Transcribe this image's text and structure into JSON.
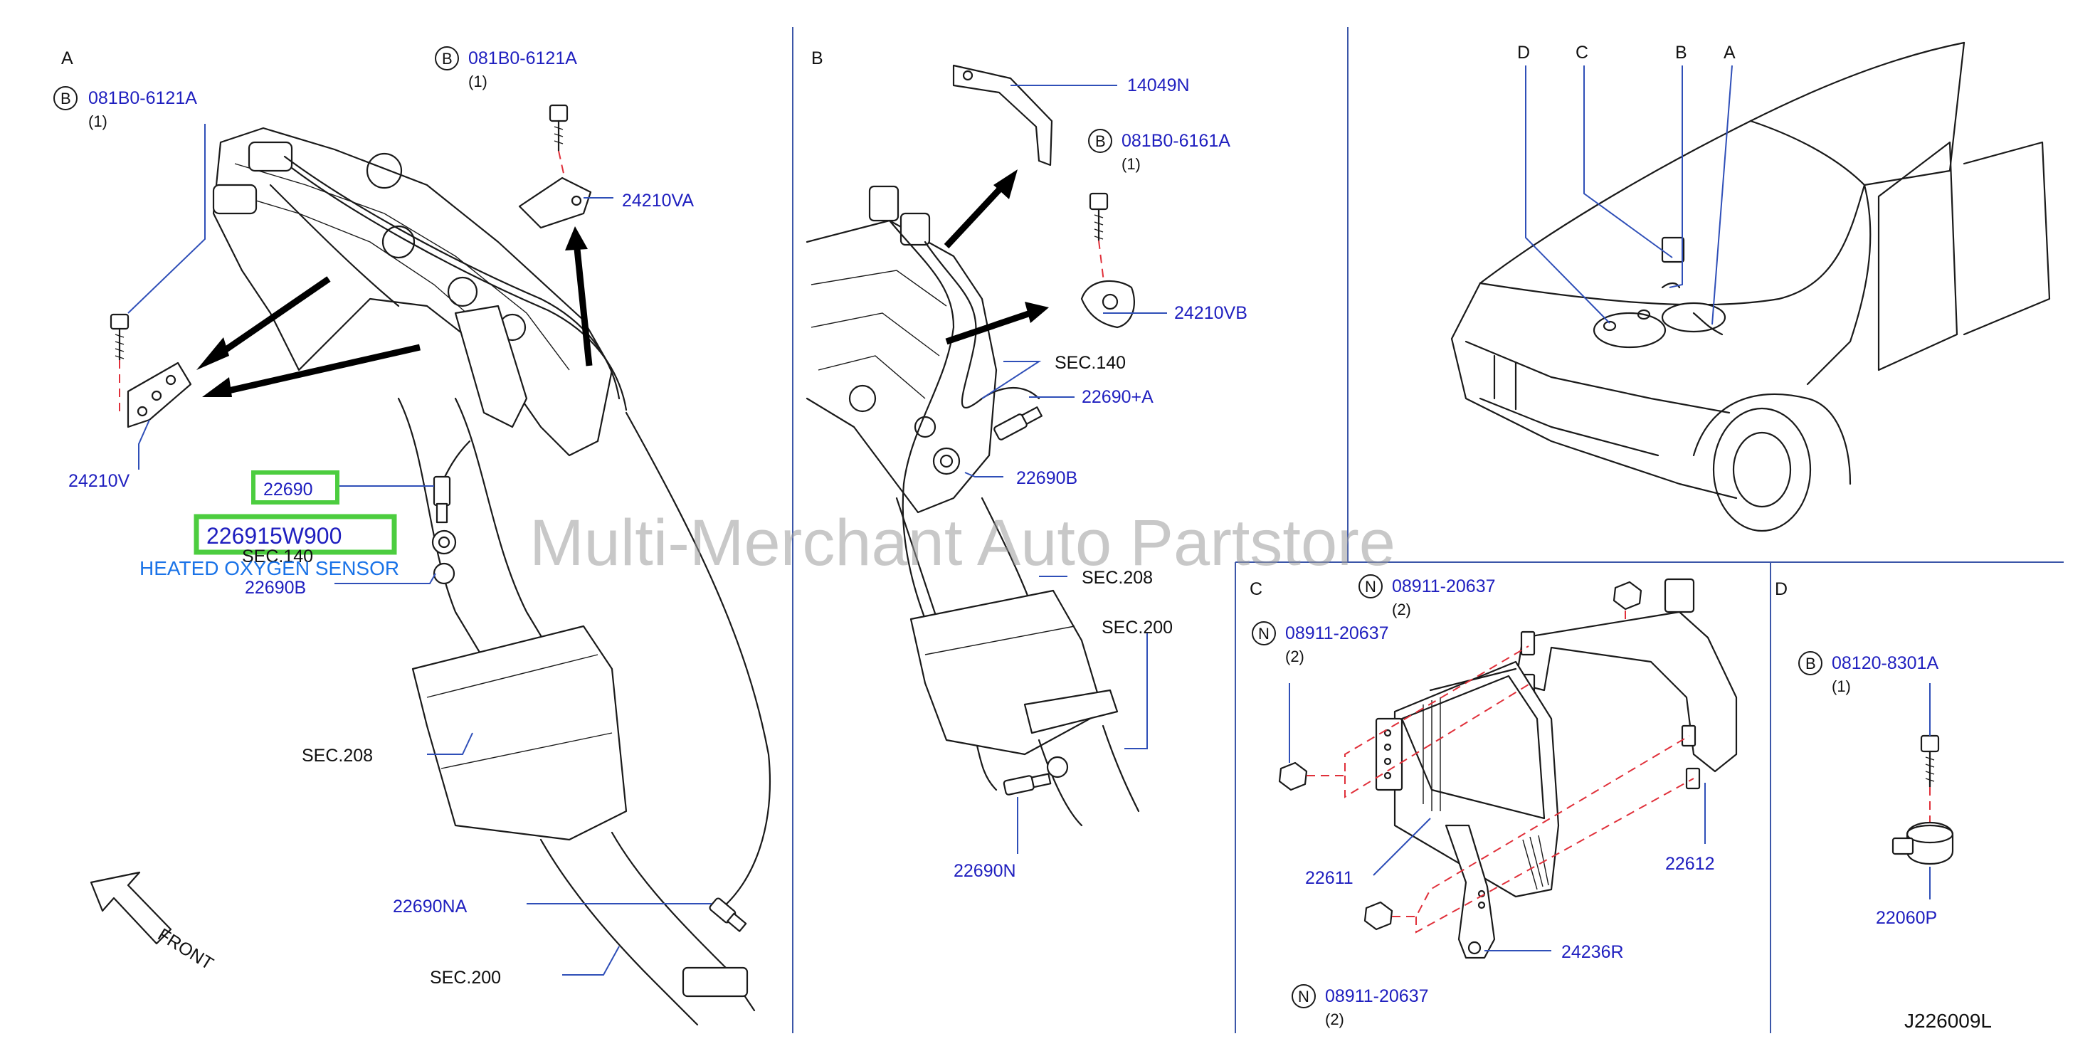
{
  "watermark": "Multi-Merchant Auto Partstore",
  "diagram_code": "J226009L",
  "panels": {
    "A": {
      "label": "A",
      "bolt1": {
        "code": "B",
        "part": "081B0-6121A",
        "qty": "(1)"
      },
      "bolt2": {
        "code": "B",
        "part": "081B0-6121A",
        "qty": "(1)"
      },
      "bracket_v": "24210V",
      "bracket_va": "24210VA",
      "sensor_highlight": "22690",
      "sensor_number_highlight": "226915W900",
      "sensor_name": "HEATED OXYGEN SENSOR",
      "sec140": "SEC.140",
      "part_22690b": "22690B",
      "sec208": "SEC.208",
      "part_22690na": "22690NA",
      "sec200": "SEC.200",
      "front_label": "FRONT",
      "highlight_color": "#4ccd3f"
    },
    "B": {
      "label": "B",
      "part_14049n": "14049N",
      "bolt": {
        "code": "B",
        "part": "081B0-6161A",
        "qty": "(1)"
      },
      "part_24210vb": "24210VB",
      "sec140": "SEC.140",
      "part_22690a": "22690+A",
      "part_22690b": "22690B",
      "sec208": "SEC.208",
      "sec200": "SEC.200",
      "part_22690n": "22690N"
    },
    "vehicle": {
      "labels": [
        "D",
        "C",
        "B",
        "A"
      ]
    },
    "C": {
      "label": "C",
      "nut1": {
        "code": "N",
        "part": "08911-20637",
        "qty": "(2)"
      },
      "nut2": {
        "code": "N",
        "part": "08911-20637",
        "qty": "(2)"
      },
      "nut3": {
        "code": "N",
        "part": "08911-20637",
        "qty": "(2)"
      },
      "part_22611": "22611",
      "part_22612": "22612",
      "part_24236r": "24236R"
    },
    "D": {
      "label": "D",
      "bolt": {
        "code": "B",
        "part": "08120-8301A",
        "qty": "(1)"
      },
      "part_22060p": "22060P"
    }
  },
  "colors": {
    "part_text": "#1f1fbf",
    "leader": "#2f4fb8",
    "dashed_alignment": "#e0303a",
    "highlight": "#4ccd3f",
    "sensor_name": "#1a73e8"
  }
}
